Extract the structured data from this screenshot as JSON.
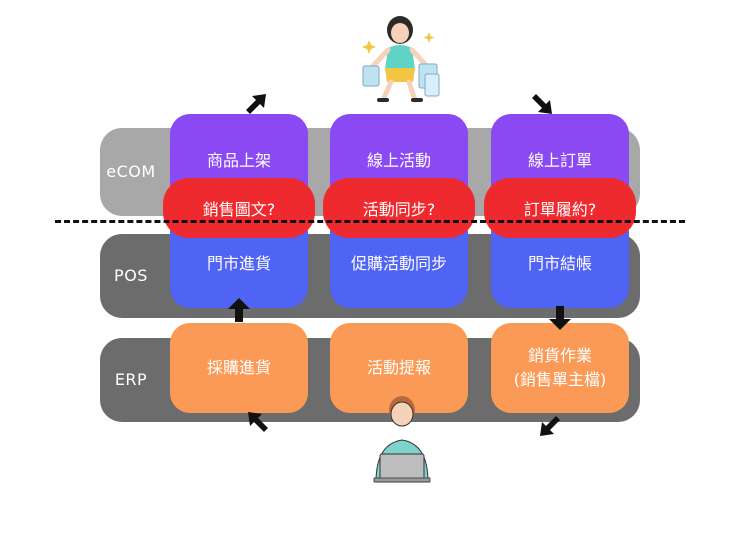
{
  "colors": {
    "band_gray": "#a8a8a8",
    "band_dark": "#6c6c6c",
    "purple": "#8b49f3",
    "red": "#ee2a2e",
    "blue": "#4f63f5",
    "orange": "#fb9a57",
    "arrow": "#111111"
  },
  "layers": [
    {
      "label": "eCOM"
    },
    {
      "label": "POS"
    },
    {
      "label": "ERP"
    }
  ],
  "ecom_boxes": [
    "商品上架",
    "線上活動",
    "線上訂單"
  ],
  "question_pills": [
    "銷售圖文?",
    "活動同步?",
    "訂單履約?"
  ],
  "pos_boxes": [
    "門市進貨",
    "促購活動同步",
    "門市結帳"
  ],
  "erp_boxes": [
    "採購進貨",
    "活動提報",
    "銷貨作業\n(銷售單主檔)"
  ],
  "illustrations": {
    "top": "shopper-illustration",
    "bottom": "laptop-worker-illustration"
  }
}
